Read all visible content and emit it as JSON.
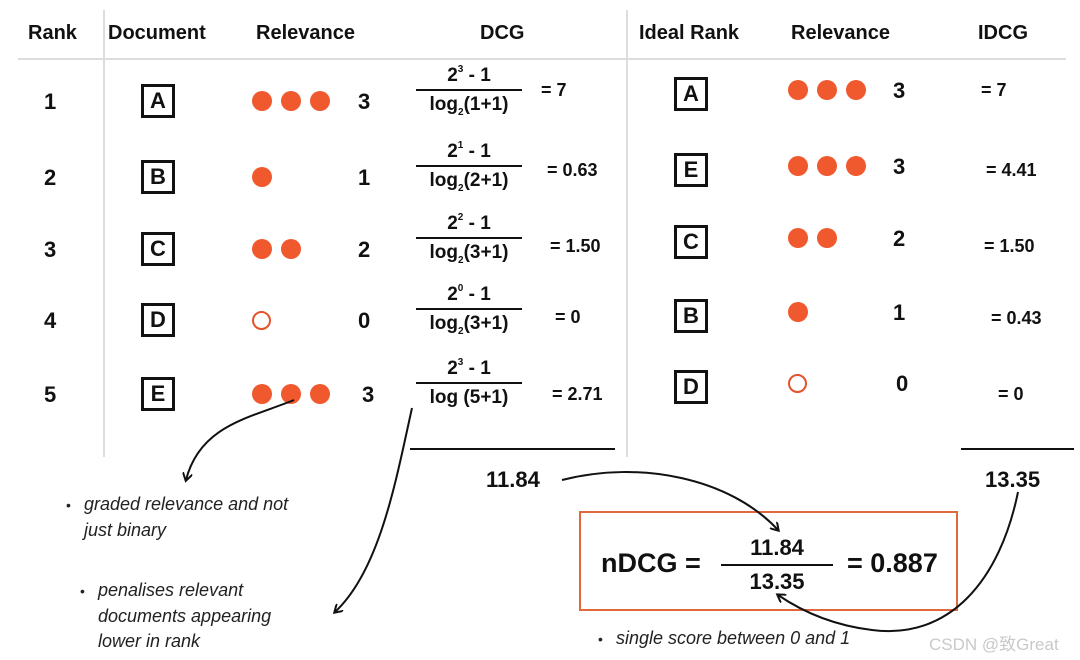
{
  "headers": {
    "rank": "Rank",
    "document": "Document",
    "relevance": "Relevance",
    "dcg": "DCG",
    "ideal_rank": "Ideal Rank",
    "relevance_ideal": "Relevance",
    "idcg": "IDCG"
  },
  "rows": [
    {
      "rank": "1",
      "doc": "A",
      "rel": 3,
      "rel_label": "3",
      "num_base": "2",
      "num_exp": "3",
      "num_rest": " - 1",
      "den_log": "log",
      "den_sub": "2",
      "den_arg": "(1+1)",
      "dcg": "= 7"
    },
    {
      "rank": "2",
      "doc": "B",
      "rel": 1,
      "rel_label": "1",
      "num_base": "2",
      "num_exp": "1",
      "num_rest": " - 1",
      "den_log": "log",
      "den_sub": "2",
      "den_arg": "(2+1)",
      "dcg": "= 0.63"
    },
    {
      "rank": "3",
      "doc": "C",
      "rel": 2,
      "rel_label": "2",
      "num_base": "2",
      "num_exp": "2",
      "num_rest": " - 1",
      "den_log": "log",
      "den_sub": "2",
      "den_arg": "(3+1)",
      "dcg": "= 1.50"
    },
    {
      "rank": "4",
      "doc": "D",
      "rel": 0,
      "rel_label": "0",
      "num_base": "2",
      "num_exp": "0",
      "num_rest": " - 1",
      "den_log": "log",
      "den_sub": "2",
      "den_arg": "(3+1)",
      "dcg": "= 0"
    },
    {
      "rank": "5",
      "doc": "E",
      "rel": 3,
      "rel_label": "3",
      "num_base": "2",
      "num_exp": "3",
      "num_rest": " - 1",
      "den_log": "log",
      "den_sub": "",
      "den_arg": " (5+1)",
      "dcg": "= 2.71"
    }
  ],
  "ideal_rows": [
    {
      "doc": "A",
      "rel": 3,
      "rel_label": "3",
      "idcg": "= 7"
    },
    {
      "doc": "E",
      "rel": 3,
      "rel_label": "3",
      "idcg": "= 4.41"
    },
    {
      "doc": "C",
      "rel": 2,
      "rel_label": "2",
      "idcg": "= 1.50"
    },
    {
      "doc": "B",
      "rel": 1,
      "rel_label": "1",
      "idcg": "= 0.43"
    },
    {
      "doc": "D",
      "rel": 0,
      "rel_label": "0",
      "idcg": "= 0"
    }
  ],
  "totals": {
    "dcg": "11.84",
    "idcg": "13.35"
  },
  "ndcg": {
    "label": "nDCG =",
    "numerator": "11.84",
    "denominator": "13.35",
    "result": "= 0.887"
  },
  "notes": {
    "graded_line1": "graded relevance and not",
    "graded_line2": "just binary",
    "penal_line1": "penalises relevant",
    "penal_line2": "documents appearing",
    "penal_line3": "lower in rank",
    "single": "single score between 0 and 1",
    "bullet": "•"
  },
  "watermark": "CSDN @致Great",
  "colors": {
    "dot": "#f0582e",
    "box_border": "#e0683d",
    "grid": "#dddddd"
  }
}
